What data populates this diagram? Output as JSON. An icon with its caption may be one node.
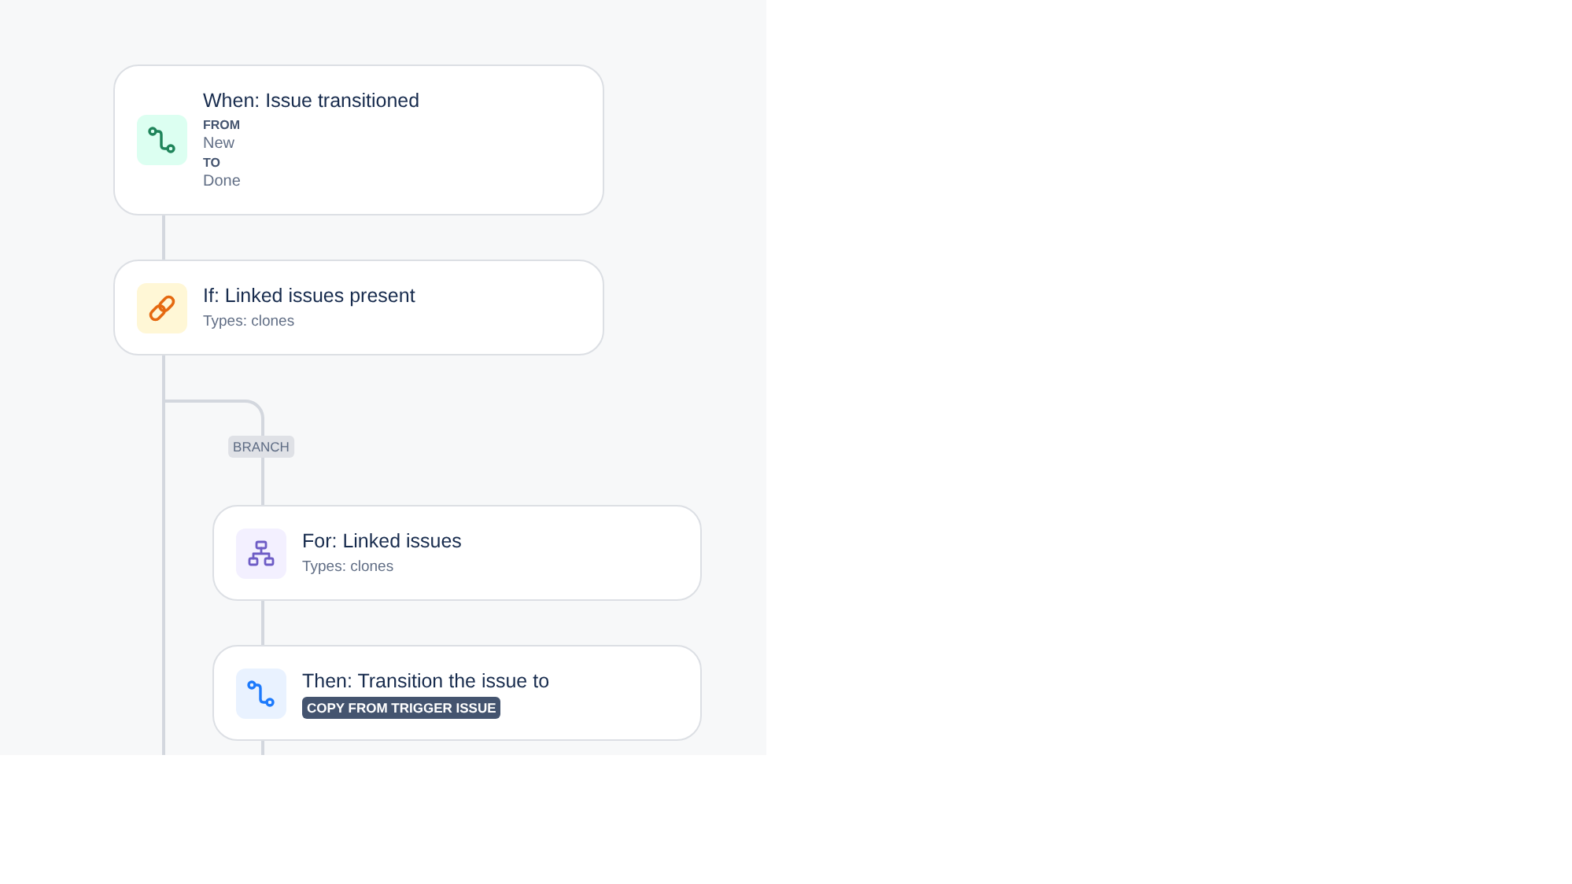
{
  "diagram": {
    "nodes": [
      {
        "text": [
          "When: Issue transitioned",
          "FROM",
          "New",
          "TO",
          "Done"
        ]
      },
      {
        "text": [
          "If: Linked issues present",
          "Types: clones"
        ]
      },
      {
        "text": [
          "For: Linked issues",
          "Types: clones"
        ]
      },
      {
        "text": [
          "Then: Transition the issue to",
          "COPY FROM TRIGGER ISSUE"
        ]
      }
    ],
    "edges": [
      {
        "from": 0,
        "to": 1,
        "arrow": "none"
      },
      {
        "from": 1,
        "to": 2,
        "arrow": "none",
        "label": "BRANCH"
      },
      {
        "from": 1,
        "to": null,
        "arrow": "none"
      },
      {
        "from": 2,
        "to": 3,
        "arrow": "none"
      },
      {
        "from": 3,
        "to": null,
        "arrow": "none"
      }
    ]
  }
}
